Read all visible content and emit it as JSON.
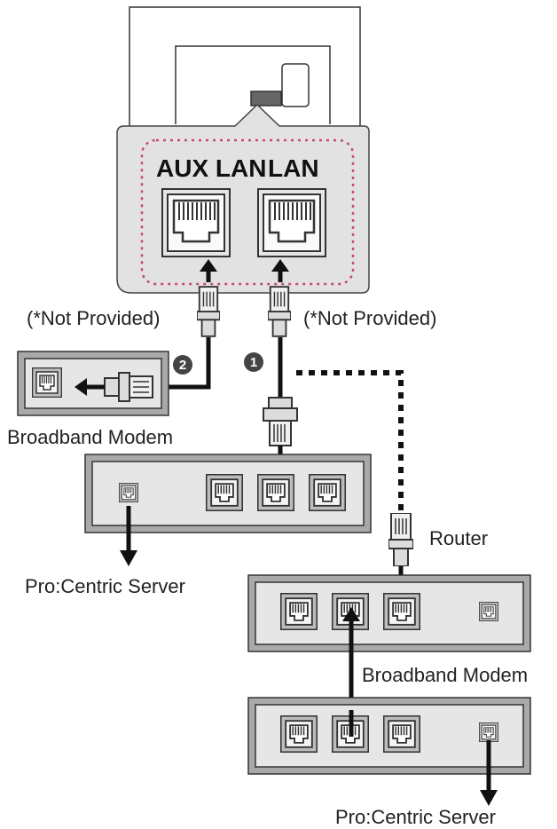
{
  "tv_panel": {
    "aux_lan_label": "AUX LAN",
    "lan_label": "LAN"
  },
  "labels": {
    "not_provided_left": "(*Not Provided)",
    "not_provided_right": "(*Not Provided)",
    "broadband_modem_top": "Broadband Modem",
    "router": "Router",
    "broadband_modem_bottom": "Broadband Modem",
    "pro_centric_server_top": "Pro:Centric Server",
    "pro_centric_server_bottom": "Pro:Centric Server"
  },
  "steps": {
    "step1": "1",
    "step2": "2"
  }
}
